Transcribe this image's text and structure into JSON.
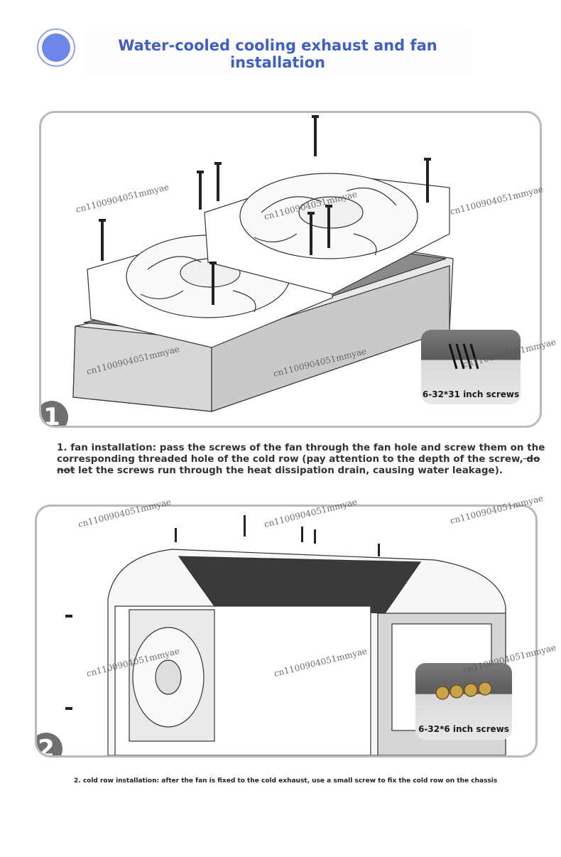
{
  "title": "Water-cooled cooling exhaust and fan installation",
  "step1": {
    "number": "1",
    "screw_caption": "6-32*31 inch screws",
    "description_main": "1. fan installation: pass the screws of the fan through the fan hole and screw them on the corresponding threaded hole of the cold row (pay attention to the depth of the screw,",
    "description_strike": " do not",
    "description_end": " let the screws run through the heat dissipation drain, causing water leakage)."
  },
  "step2": {
    "number": "2",
    "screw_caption": "6-32*6 inch screws",
    "description": "2. cold row installation: after the fan is fixed to the cold exhaust, use a small screw to fix the cold row on the chassis"
  },
  "watermark": "cn1100904051mmyae",
  "colors": {
    "accent": "#3f5fc4",
    "circle": "#6d86ea",
    "panel_border": "#b9b9b9",
    "step_badge": "#707070"
  }
}
